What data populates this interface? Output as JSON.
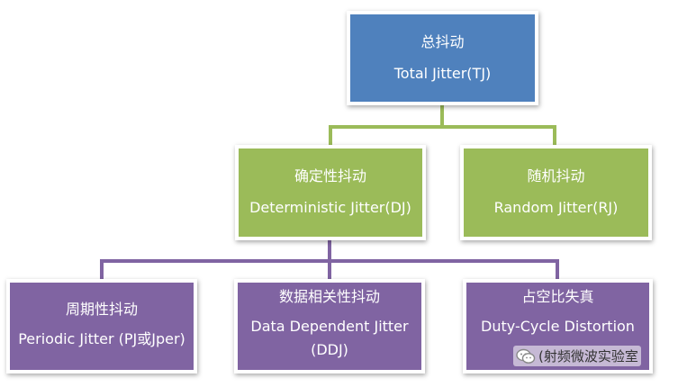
{
  "colors": {
    "root": "#4f81bd",
    "level2": "#9bbb59",
    "level3": "#8064a2",
    "connector_green": "#9bbb59",
    "connector_purple": "#8064a2"
  },
  "nodes": {
    "total": {
      "cn": "总抖动",
      "en": "Total Jitter(TJ)"
    },
    "deterministic": {
      "cn": "确定性抖动",
      "en": "Deterministic Jitter(DJ)"
    },
    "random": {
      "cn": "随机抖动",
      "en": "Random Jitter(RJ)"
    },
    "periodic": {
      "cn": "周期性抖动",
      "en": "Periodic Jitter (PJ或Jper)"
    },
    "data_dependent": {
      "cn": "数据相关性抖动",
      "en1": "Data Dependent Jitter",
      "en2": "(DDJ)"
    },
    "duty_cycle": {
      "cn": "占空比失真",
      "en": "Duty-Cycle Distortion"
    }
  },
  "watermark": {
    "icon": "wechat-icon",
    "text": "(射频微波实验室"
  }
}
